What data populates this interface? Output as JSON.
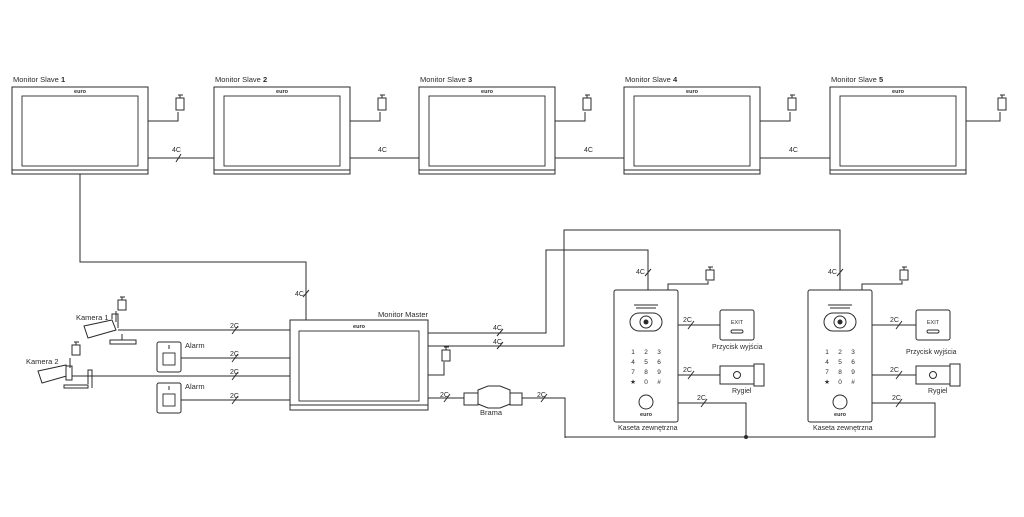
{
  "slaves": [
    {
      "label": "Monitor Slave",
      "num": "1"
    },
    {
      "label": "Monitor Slave",
      "num": "2"
    },
    {
      "label": "Monitor Slave",
      "num": "3"
    },
    {
      "label": "Monitor Slave",
      "num": "4"
    },
    {
      "label": "Monitor Slave",
      "num": "5"
    }
  ],
  "brand": "euro",
  "wires": {
    "four": "4C",
    "two": "2C"
  },
  "master": {
    "label": "Monitor Master"
  },
  "cameras": {
    "c1": "Kamera 1",
    "c2": "Kamera 2"
  },
  "alarm": "Alarm",
  "gate": "Brama",
  "panel": {
    "label": "Kaseta zewnętrzna",
    "keys": [
      "1",
      "2",
      "3",
      "4",
      "5",
      "6",
      "7",
      "8",
      "9",
      "★",
      "0",
      "#"
    ]
  },
  "exit_button": {
    "label": "Przycisk wyjścia",
    "text": "EXIT"
  },
  "lock": "Rygiel"
}
